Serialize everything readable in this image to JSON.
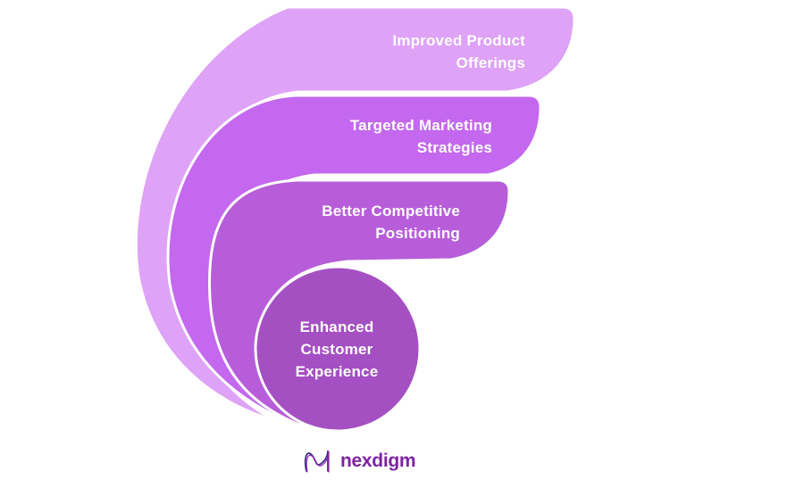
{
  "diagram": {
    "type": "nested-petal-funnel",
    "items": [
      {
        "line1": "Improved Product",
        "line2": "Offerings",
        "color": "#DEA2F7",
        "text_color": "#ffffff"
      },
      {
        "line1": "Targeted Marketing",
        "line2": "Strategies",
        "color": "#C468EF",
        "text_color": "#ffffff"
      },
      {
        "line1": "Better Competitive",
        "line2": "Positioning",
        "color": "#B75DDA",
        "text_color": "#ffffff"
      },
      {
        "line1": "Enhanced",
        "line2": "Customer",
        "line3": "Experience",
        "color": "#A450C2",
        "text_color": "#ffffff"
      }
    ],
    "separator_color": "#ffffff"
  },
  "footer": {
    "brand": "nexdigm",
    "brand_color": "#7E22A3",
    "logo_icon": "nexdigm-wave-n-icon",
    "logo_colors": {
      "primary": "#3A2D8F",
      "secondary": "#9C27B0"
    }
  }
}
